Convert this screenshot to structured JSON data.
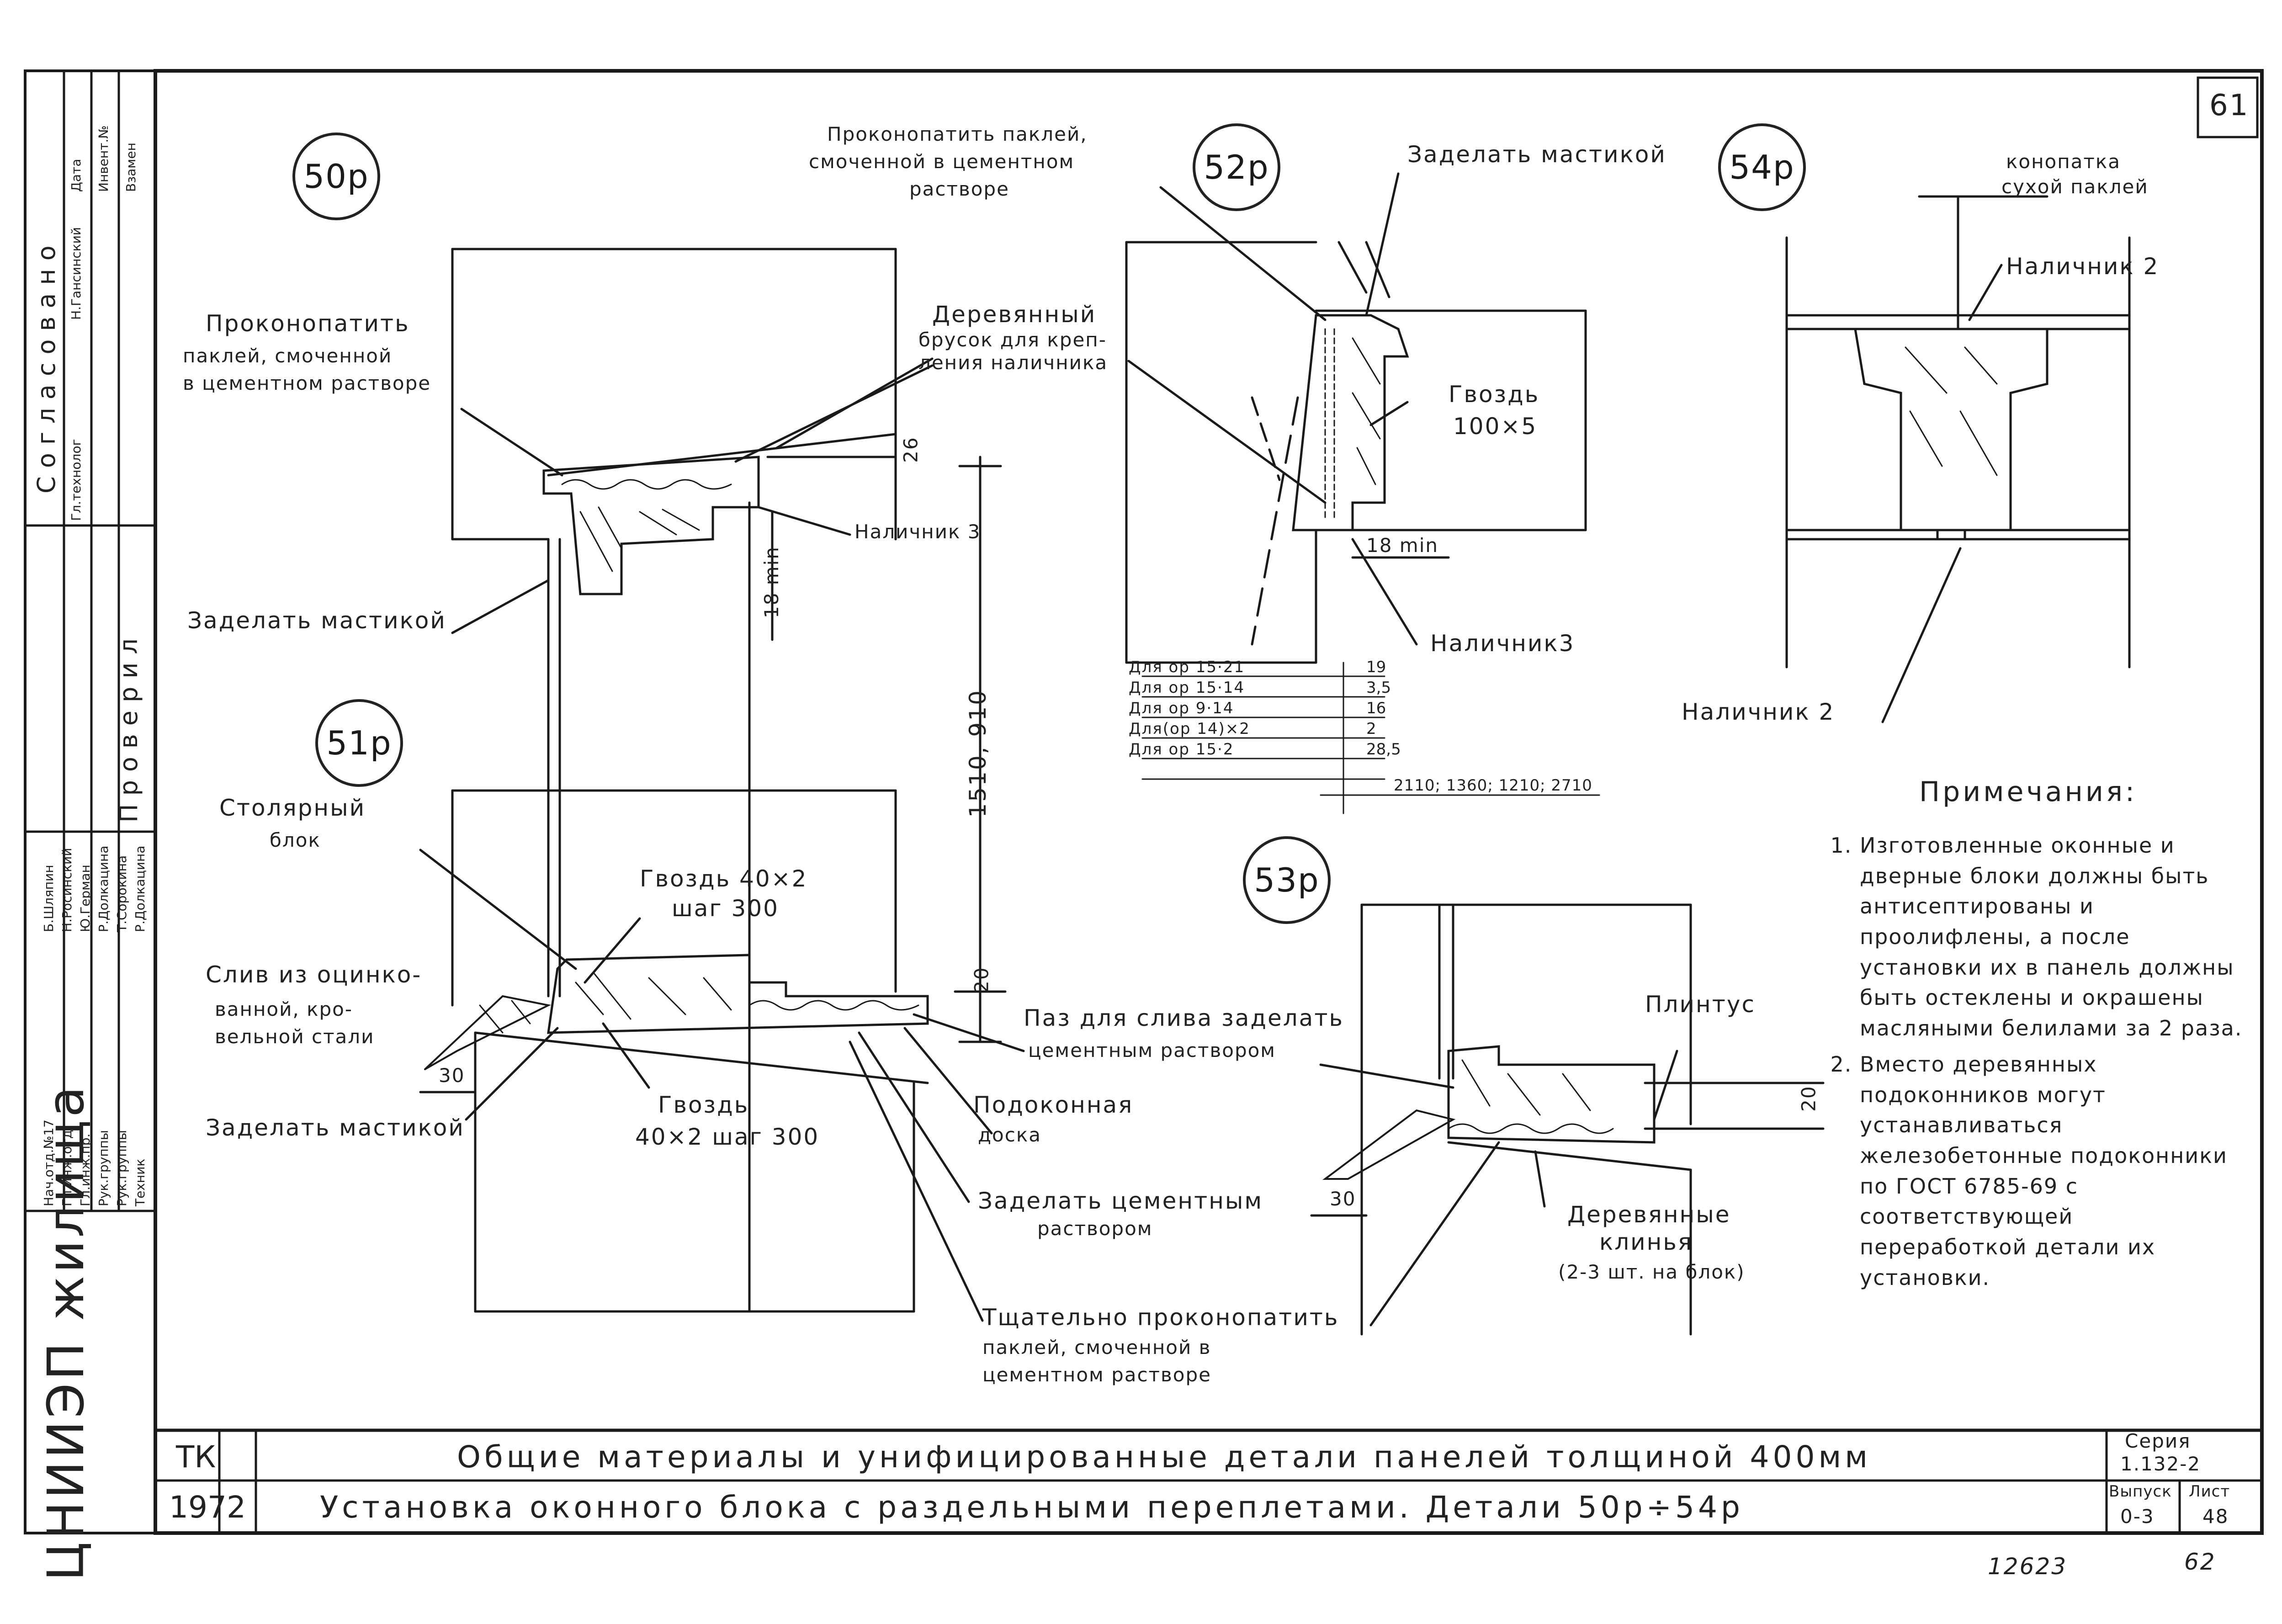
{
  "sheet_number": "61",
  "page_stamp": "62",
  "archive_number": "12623",
  "details": [
    {
      "id": "50p",
      "label": "50р"
    },
    {
      "id": "51p",
      "label": "51р"
    },
    {
      "id": "52p",
      "label": "52р"
    },
    {
      "id": "53p",
      "label": "53р"
    },
    {
      "id": "54p",
      "label": "54р"
    }
  ],
  "callouts": {
    "d50_prokonopatit": [
      "Проконопатить",
      "паклей, смоченной",
      "в цементном растворе"
    ],
    "d50_mastika": "Заделать мастикой",
    "d50_brusok": [
      "Деревянный",
      "брусок для креп-",
      "ления наличника"
    ],
    "d50_nalichnik3": "Наличник 3",
    "d50_dim26": "26",
    "d50_dim18": "18 min",
    "d50_height": "1510, 910",
    "d51_stolyarny": [
      "Столярный",
      "блок"
    ],
    "d51_gvozd_top": [
      "Гвоздь 40×2",
      "шаг 300"
    ],
    "d51_sliv": [
      "Слив из оцинко-",
      "ванной, кро-",
      "вельной стали"
    ],
    "d51_mastika": "Заделать мастикой",
    "d51_dim30": "30",
    "d51_dim20": "20",
    "d51_gvozd_bottom": [
      "Гвоздь",
      "40×2 шаг 300"
    ],
    "d51_paz": [
      "Паз для слива заделать",
      "цементным раствором"
    ],
    "d51_podokonnaya": [
      "Подоконная",
      "доска"
    ],
    "d51_zadelat_cement": [
      "Заделать цементным",
      "раствором"
    ],
    "d51_tshchatelno": [
      "Тщательно проконопатить",
      "паклей, смоченной в",
      "цементном растворе"
    ],
    "d52_prokonopatit": [
      "Проконопатить паклей,",
      "смоченной в цементном",
      "растворе"
    ],
    "d52_mastika": "Заделать мастикой",
    "d52_gvozd": [
      "Гвоздь",
      "100×5"
    ],
    "d52_dim18": "18 min",
    "d52_nalichnik3": "Наличник3",
    "d52_table": [
      {
        "label": "Для ор 15·21",
        "value": "19"
      },
      {
        "label": "Для ор 15·14",
        "value": "3,5"
      },
      {
        "label": "Для ор 9·14",
        "value": "16"
      },
      {
        "label": "Для(ор 14)×2",
        "value": "2"
      },
      {
        "label": "Для ор 15·2",
        "value": "28,5"
      }
    ],
    "d52_widths": "2110; 1360; 1210; 2710",
    "d53_plintus": "Плинтус",
    "d53_dim20": "20",
    "d53_dim30": "30",
    "d53_klinya": [
      "Деревянные",
      "клинья",
      "(2-3 шт. на блок)"
    ],
    "d54_konopatka": [
      "конопатка",
      "сухой паклей"
    ],
    "d54_nalichnik2_top": "Наличник 2",
    "d54_nalichnik2_bottom": "Наличник 2"
  },
  "notes": {
    "title": "Примечания:",
    "items": [
      "Изготовленные оконные и дверные блоки должны быть антисептированы и проолифлены, а после установки их в панель должны быть остеклены и окрашены масляными белилами за 2 раза.",
      "Вместо деревянных подоконников могут устанавливаться железобетонные подоконники по ГОСТ 6785-69 с соответствующей переработкой детали их установки."
    ]
  },
  "title_block": {
    "org": "ТК",
    "year": "1972",
    "title_line1": "Общие материалы и унифицированные детали панелей толщиной 400мм",
    "title_line2": "Установка оконного блока с раздельными переплетами. Детали 50р÷54р",
    "series_label": "Серия",
    "series_value": "1.132-2",
    "issue_label": "Выпуск",
    "issue_value": "0-3",
    "sheet_label": "Лист",
    "sheet_value": "48"
  },
  "side_stamp": {
    "brand": "ЦНИИЭП жилища",
    "agreed": "Согласовано",
    "checked": "Проверил",
    "roles": [
      "Нач.отд.№17",
      "Гл.инж.отд.",
      "Гл.инж.пр.",
      "Рук.группы",
      "Рук.группы",
      "Техник"
    ],
    "names": [
      "Б.Шляпин",
      "Н.Росинский",
      "Ю.Герман",
      "Р.Долкацина",
      "Т.Сорокина",
      "Р.Долкацина"
    ],
    "approvals": [
      "Гл.технолог",
      "Н.Гансинский"
    ],
    "columns": [
      "Дата",
      "Инвент.№",
      "Взамен"
    ]
  }
}
